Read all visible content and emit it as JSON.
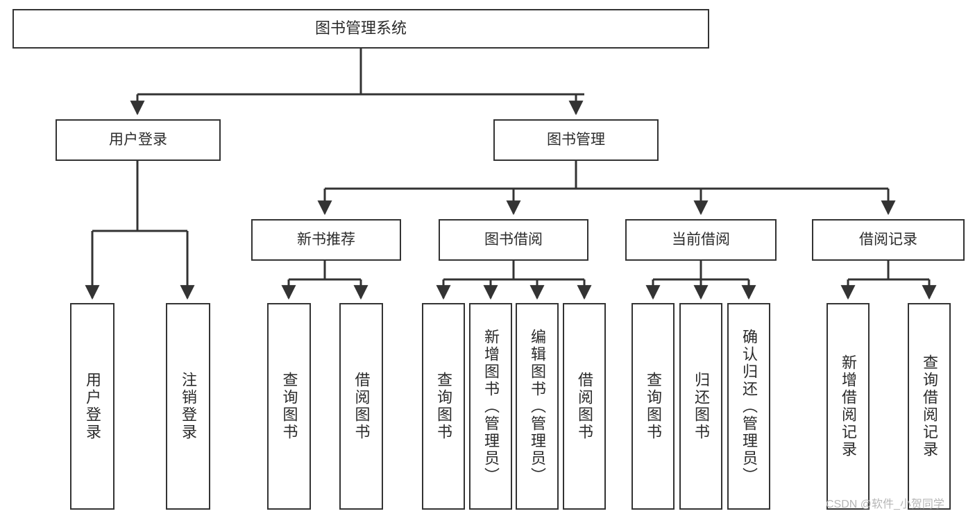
{
  "diagram": {
    "type": "tree-hierarchy-diagram",
    "title": "图书管理系统",
    "orientation": "top-down",
    "colors": {
      "box_border": "#333333",
      "box_fill": "#ffffff",
      "edge": "#333333",
      "text": "#2b2b2b",
      "watermark": "#b6b6b6",
      "background": "#ffffff"
    },
    "watermark": "CSDN @软件_小贺同学",
    "nodes": {
      "root": {
        "label": "图书管理系统"
      },
      "level1": [
        {
          "id": "user-login",
          "label": "用户登录"
        },
        {
          "id": "book-manage",
          "label": "图书管理"
        }
      ],
      "level2": [
        {
          "id": "new-book-recommend",
          "label": "新书推荐"
        },
        {
          "id": "book-borrow",
          "label": "图书借阅"
        },
        {
          "id": "current-borrow",
          "label": "当前借阅"
        },
        {
          "id": "borrow-record",
          "label": "借阅记录"
        }
      ],
      "leaves": {
        "user-login": [
          {
            "id": "leaf-user-login",
            "label": "用户登录"
          },
          {
            "id": "leaf-user-logout",
            "label": "注销登录"
          }
        ],
        "new-book-recommend": [
          {
            "id": "leaf-query-book-1",
            "label": "查询图书"
          },
          {
            "id": "leaf-borrow-book-1",
            "label": "借阅图书"
          }
        ],
        "book-borrow": [
          {
            "id": "leaf-query-book-2",
            "label": "查询图书"
          },
          {
            "id": "leaf-add-book",
            "label": "新增图书（管理员）"
          },
          {
            "id": "leaf-edit-book",
            "label": "编辑图书（管理员）"
          },
          {
            "id": "leaf-borrow-book-2",
            "label": "借阅图书"
          }
        ],
        "current-borrow": [
          {
            "id": "leaf-query-book-3",
            "label": "查询图书"
          },
          {
            "id": "leaf-return-book",
            "label": "归还图书"
          },
          {
            "id": "leaf-confirm-return",
            "label": "确认归还（管理员）"
          }
        ],
        "borrow-record": [
          {
            "id": "leaf-add-record",
            "label": "新增借阅记录"
          },
          {
            "id": "leaf-query-record",
            "label": "查询借阅记录"
          }
        ]
      }
    }
  }
}
